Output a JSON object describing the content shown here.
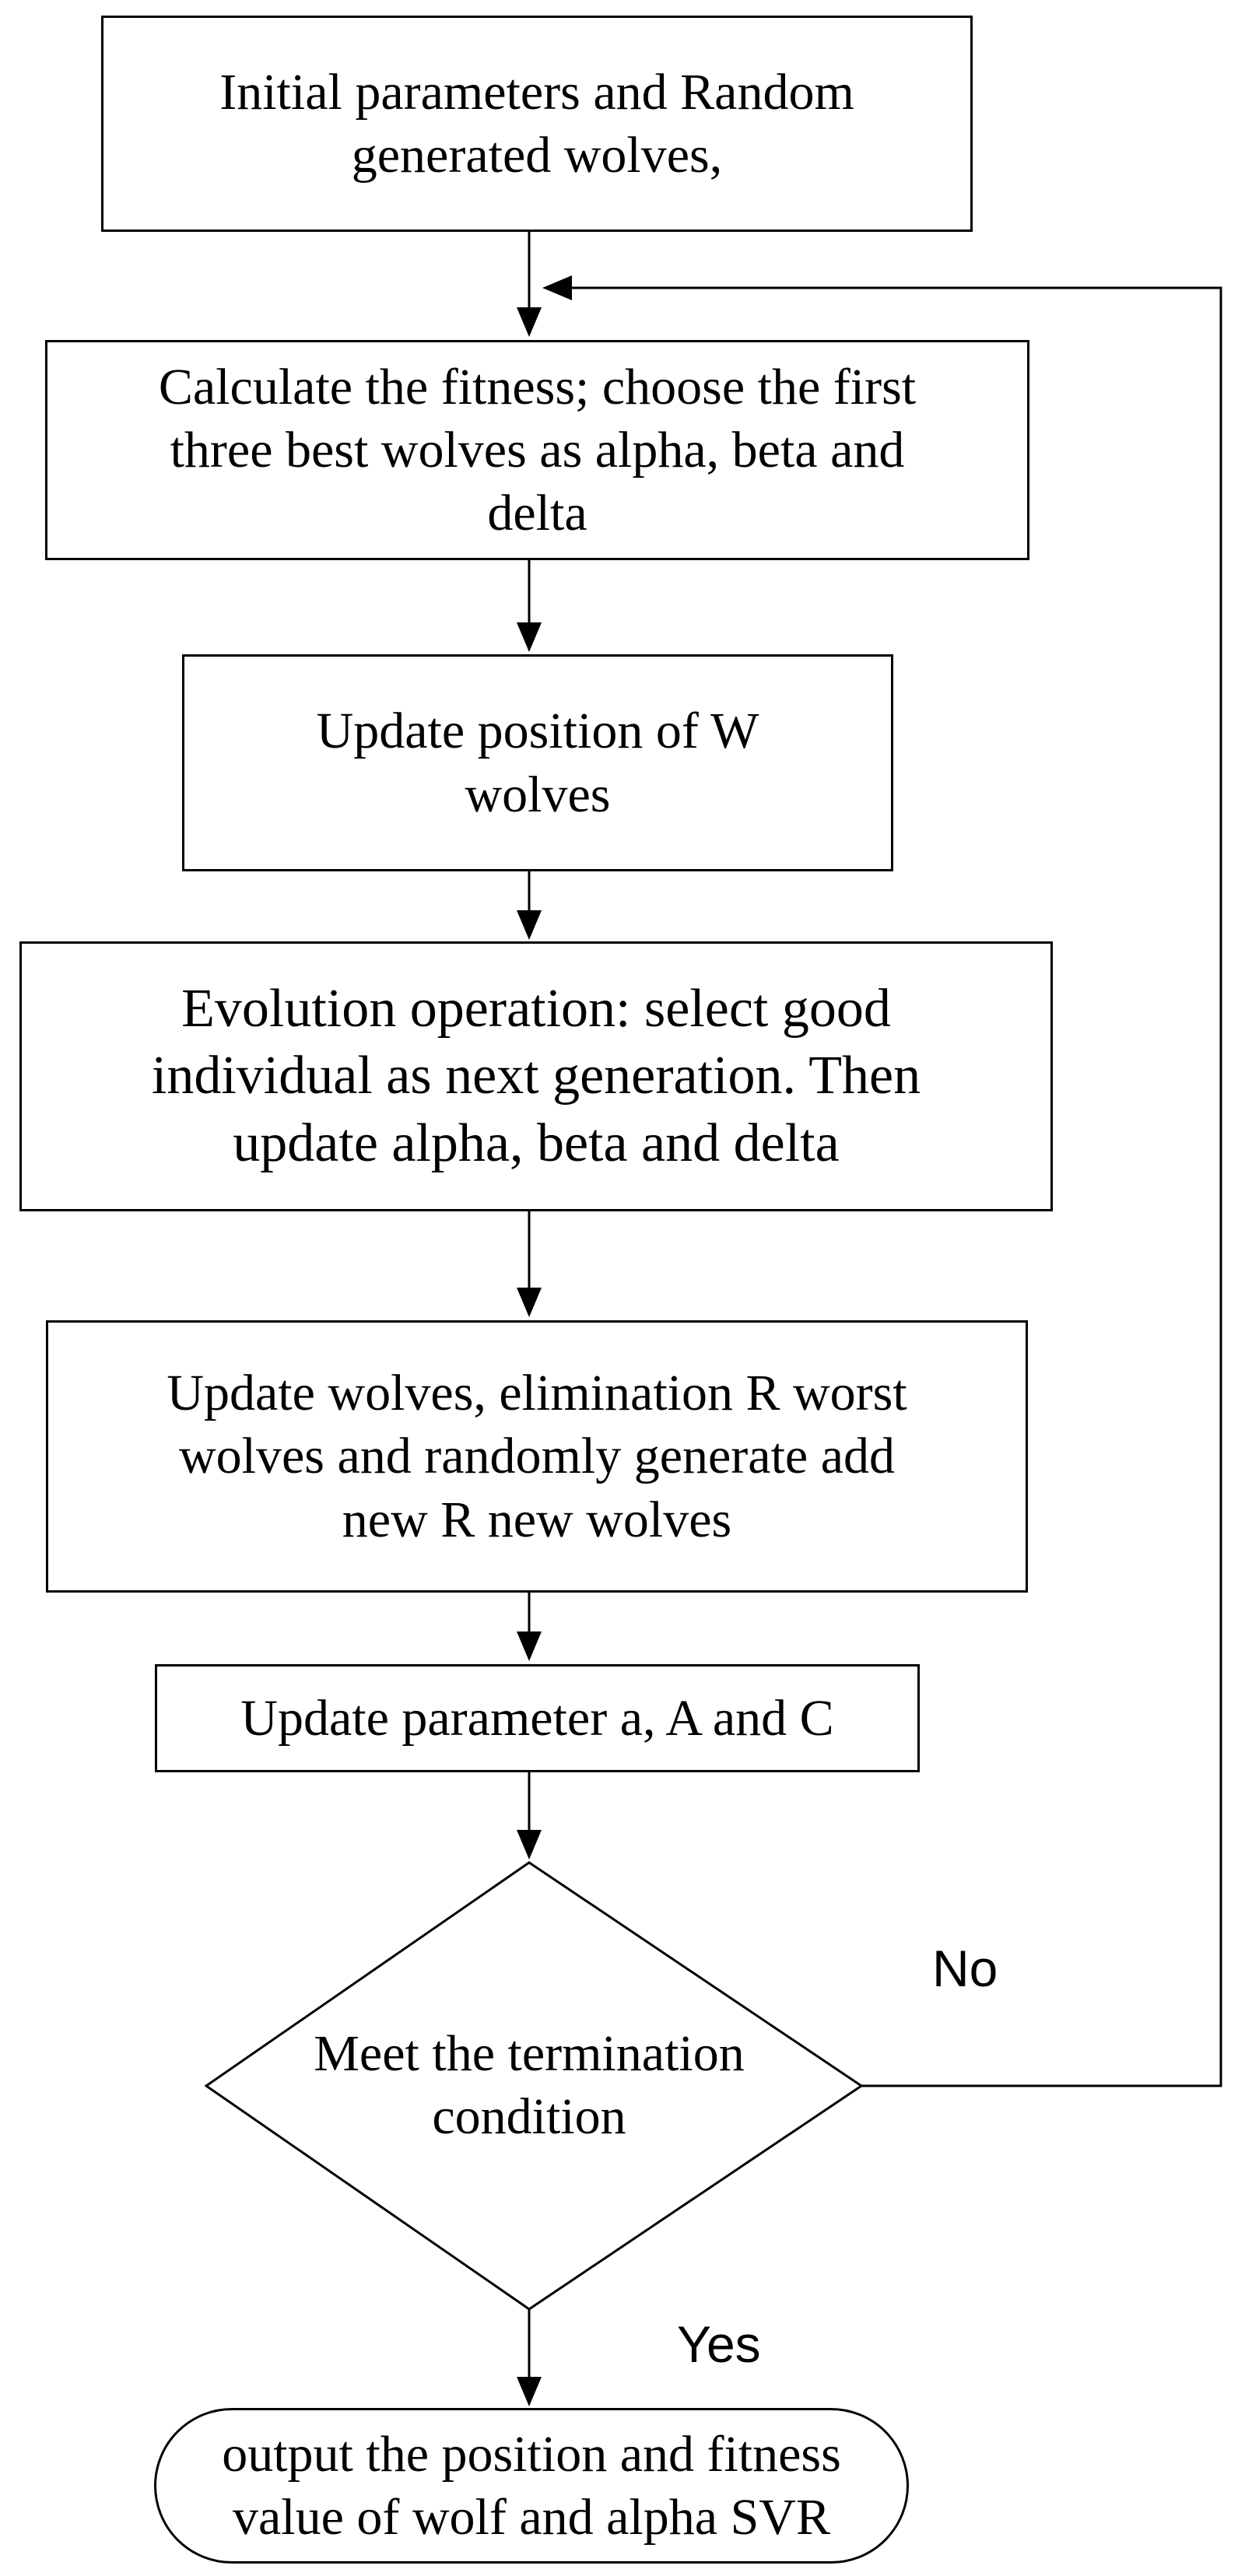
{
  "diagram": {
    "nodes": {
      "init": {
        "line1": "Initial parameters and Random",
        "line2": "generated wolves,"
      },
      "fitness": {
        "line1": "Calculate the fitness; choose the first",
        "line2": "three best wolves as alpha, beta and",
        "line3": "delta"
      },
      "update_position": {
        "line1": "Update position of W",
        "line2": "wolves"
      },
      "evolution": {
        "line1": "Evolution operation: select good",
        "line2": "individual as next generation. Then",
        "line3": "update alpha, beta and delta"
      },
      "update_wolves": {
        "line1": "Update wolves, elimination R worst",
        "line2": "wolves and randomly generate add",
        "line3": "new R new wolves"
      },
      "update_params": {
        "line1": "Update parameter a, A and C"
      },
      "decision": {
        "line1": "Meet the termination",
        "line2": "condition"
      },
      "output": {
        "line1": "output the position and fitness",
        "line2": "value of wolf and alpha SVR"
      }
    },
    "edge_labels": {
      "no": "No",
      "yes": "Yes"
    },
    "colors": {
      "stroke": "#000000",
      "background": "#ffffff",
      "text": "#000000"
    }
  }
}
